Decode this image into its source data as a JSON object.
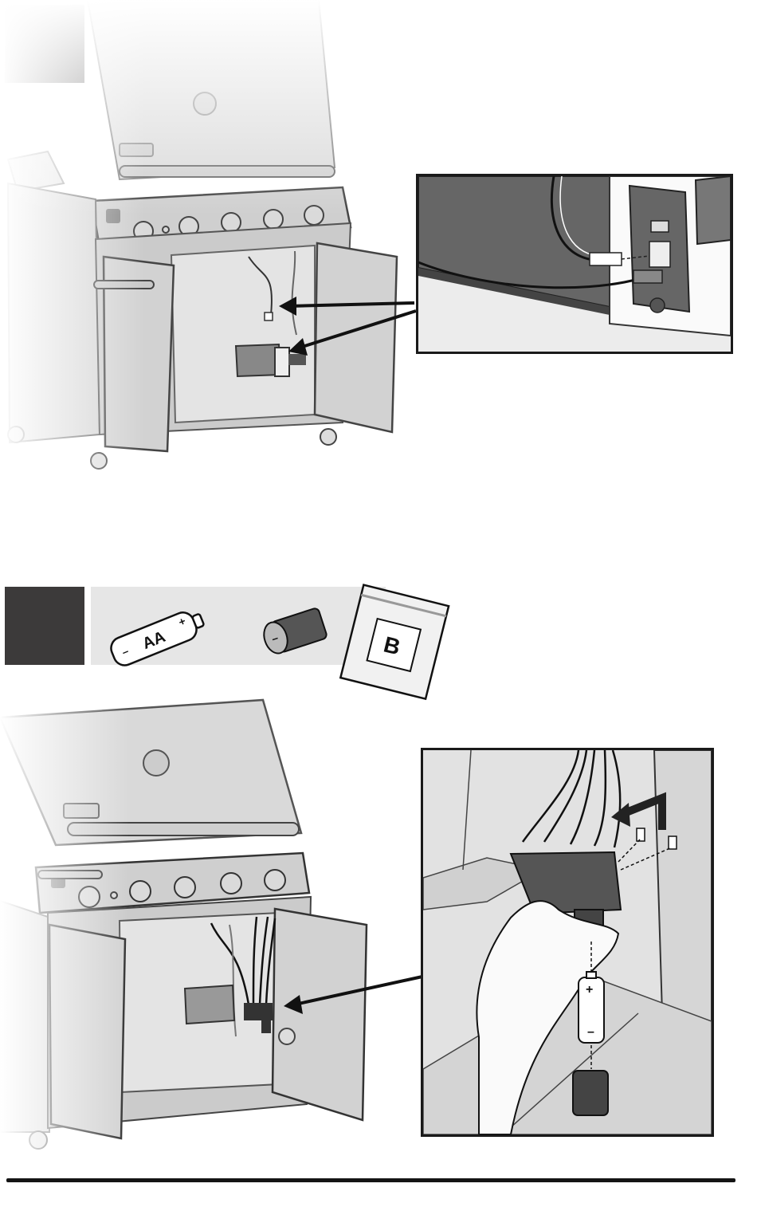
{
  "parts": {
    "battery_label": "AA",
    "battery_plus": "+",
    "battery_minus": "–",
    "cap_symbol": "–",
    "bag_label": "B"
  },
  "inset2": {
    "battery_plus": "+",
    "battery_minus": "–"
  },
  "colors": {
    "step_badge": "#3c3a3a",
    "parts_strip": "#e6e6e6",
    "grill_body": "#d6d6d6",
    "dark_part": "#555555",
    "outline": "#1a1a1a"
  },
  "icons": [
    "step-1-badge",
    "step-2-badge",
    "aa-battery-icon",
    "battery-cap-icon",
    "hardware-bag-icon",
    "arrow-icon"
  ]
}
